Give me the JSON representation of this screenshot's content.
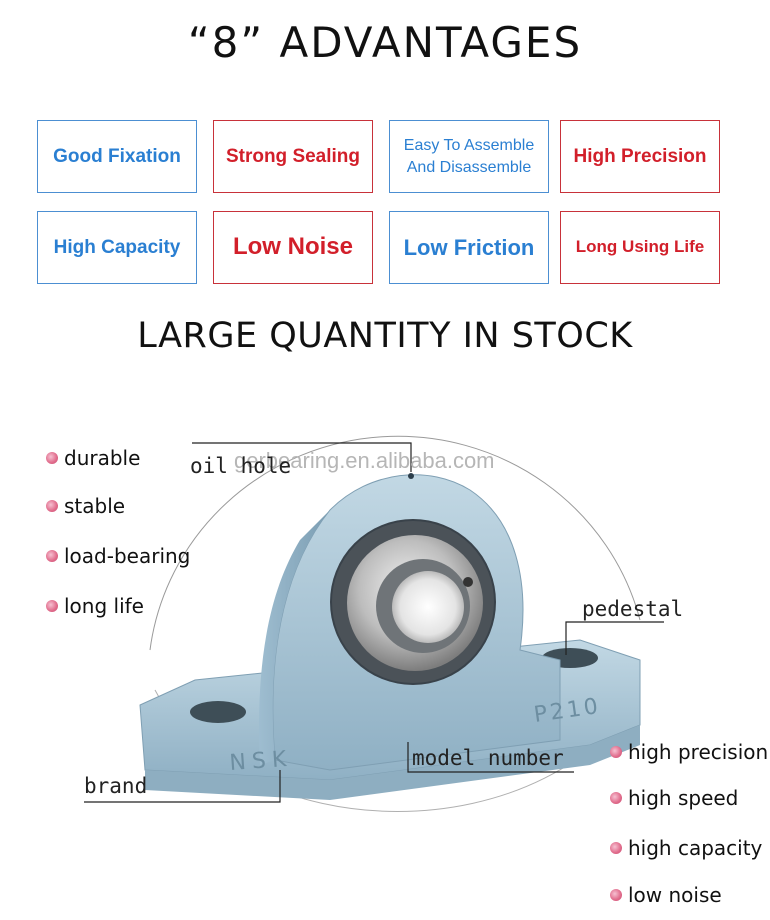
{
  "headline": "“8” ADVANTAGES",
  "advantages": [
    {
      "label": "Good Fixation",
      "color": "#2a7fd2"
    },
    {
      "label": "Strong Sealing",
      "color": "#d21f2a"
    },
    {
      "label": "Easy To Assemble And Disassemble",
      "color": "#2a7fd2"
    },
    {
      "label": "High Precision",
      "color": "#d21f2a"
    },
    {
      "label": "High Capacity",
      "color": "#2a7fd2"
    },
    {
      "label": "Low Noise",
      "color": "#d21f2a"
    },
    {
      "label": "Low Friction",
      "color": "#2a7fd2"
    },
    {
      "label": "Long Using Life",
      "color": "#d21f2a"
    }
  ],
  "stock_heading": "LARGE QUANTITY IN STOCK",
  "left_features": [
    "durable",
    "stable",
    "load-bearing",
    "long life"
  ],
  "right_features": [
    "high precision",
    "high speed",
    "high capacity",
    "low noise"
  ],
  "callouts": {
    "oil_hole": "oil hole",
    "pedestal": "pedestal",
    "model_number": "model number",
    "brand": "brand"
  },
  "product_markings": {
    "brand": "NSK",
    "model": "P210"
  },
  "watermark": "gerbearing.en.alibaba.com",
  "bullet_icon": "pink-dot-icon",
  "colors": {
    "blue_text": "#2a7fd2",
    "red_text": "#d21f2a",
    "housing": "#a9c6d6",
    "bullet": "#e2708f"
  }
}
